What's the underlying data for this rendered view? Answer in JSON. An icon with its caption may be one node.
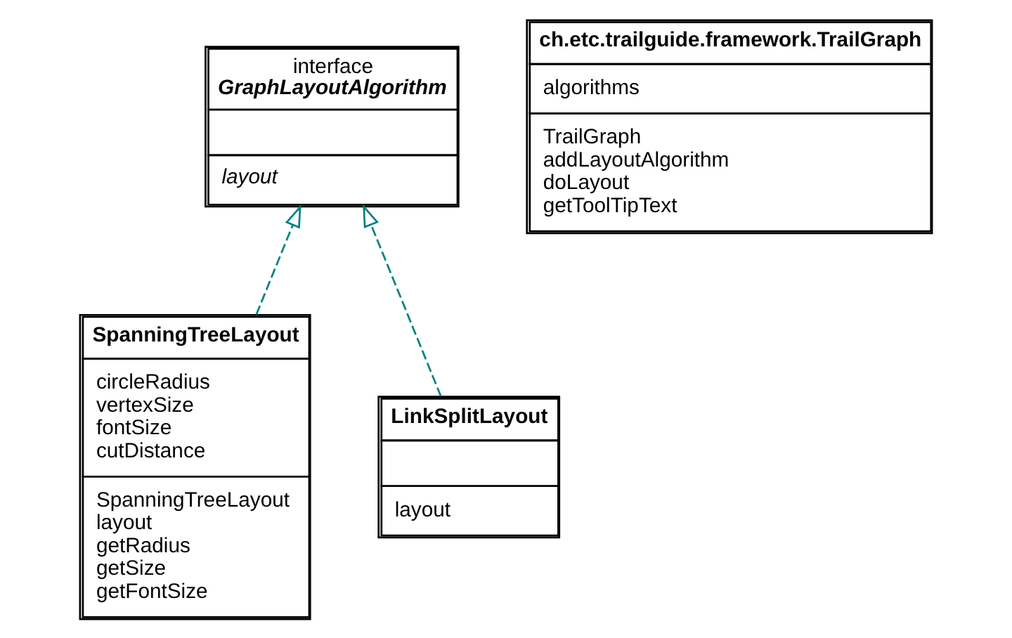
{
  "diagram": {
    "nodes": [
      {
        "text": [
          "interface",
          "GraphLayoutAlgorithm",
          "layout"
        ]
      },
      {
        "text": [
          "ch.etc.trailguide.framework.TrailGraph",
          "algorithms",
          "TrailGraph",
          "addLayoutAlgorithm",
          "doLayout",
          "getToolTipText"
        ]
      },
      {
        "text": [
          "SpanningTreeLayout",
          "circleRadius",
          "vertexSize",
          "fontSize",
          "cutDistance",
          "SpanningTreeLayout",
          "layout",
          "getRadius",
          "getSize",
          "getFontSize"
        ]
      },
      {
        "text": [
          "LinkSplitLayout",
          "layout"
        ]
      }
    ],
    "edges": [
      {
        "from": 2,
        "to": 0,
        "arrow": "to",
        "style": "dashed",
        "color": "#008080"
      },
      {
        "from": 3,
        "to": 0,
        "arrow": "to",
        "style": "dashed",
        "color": "#008080"
      }
    ]
  }
}
